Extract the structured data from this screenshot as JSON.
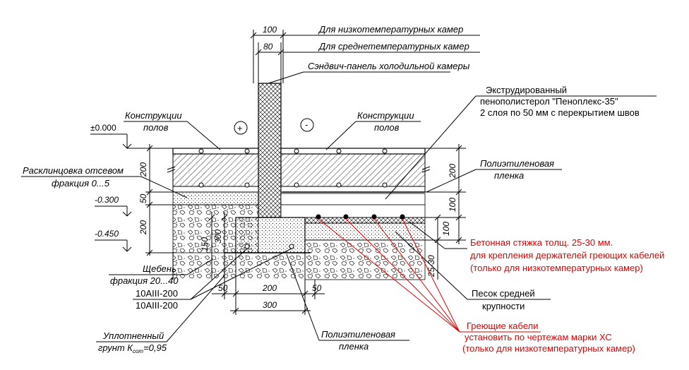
{
  "title": "",
  "dimensions_top": {
    "d100": "100",
    "d80": "80",
    "low_temp_note": "Для низкотемпературных камер",
    "mid_temp_note": "Для среднетемпературных камер"
  },
  "labels": {
    "sandwich_panel": "Сэндвич-панель холодильной камеры",
    "floor_left_line1": "Конструкции",
    "floor_left_line2": "полов",
    "floor_right_line1": "Конструкции",
    "floor_right_line2": "полов",
    "plus_sign": "+",
    "minus_sign": "-",
    "xps_line1": "Экструдированный",
    "xps_line2": "пенополистерол \"Пеноплекс-35\"",
    "xps_line3": "2 слоя по 50 мм с перекрытием швов",
    "film_right_line1": "Полиэтиленовая",
    "film_right_line2": "пленка",
    "wedging_line1": "Расклинцовка отсевом",
    "wedging_line2": "фракция 0...5",
    "gravel_line1": "Щебень",
    "gravel_line2": "фракция 20...40",
    "rebar1": "10AIII-200",
    "rebar2": "10AIII-200",
    "soil_line1": "Уплотненный",
    "soil_line2": "грунт К",
    "soil_sub": "com",
    "soil_value": "=0,95",
    "film_bottom_line1": "Полиэтиленовая",
    "film_bottom_line2": "пленка",
    "sand_line1": "Песок средней",
    "sand_line2": "крупности"
  },
  "levels": {
    "lvl0": "±0.000",
    "lvl300": "-0.300",
    "lvl450": "-0.450"
  },
  "dims": {
    "left_200a": "200",
    "left_50": "50",
    "left_200b": "200",
    "left_150": "150",
    "left_300": "300",
    "right_200": "200",
    "right_100a": "100",
    "right_100b": "100",
    "right_25_30": "25-30",
    "bottom_50a": "50",
    "bottom_200": "200",
    "bottom_50b": "50",
    "bottom_300": "300"
  },
  "red_notes": {
    "screed_line1": "Бетонная стяжка толщ. 25-30 мм.",
    "screed_line2": "для крепления держателей греющих кабелей",
    "screed_line3": "(только для низкотемпературных камер)",
    "cables_line1": "Греющие кабели",
    "cables_line2": "установить по чертежам марки ХС",
    "cables_line3": "(только для низкотемпературных камер)"
  },
  "colors": {
    "ink": "#000000",
    "note_red": "#e00000",
    "background": "#ffffff"
  }
}
